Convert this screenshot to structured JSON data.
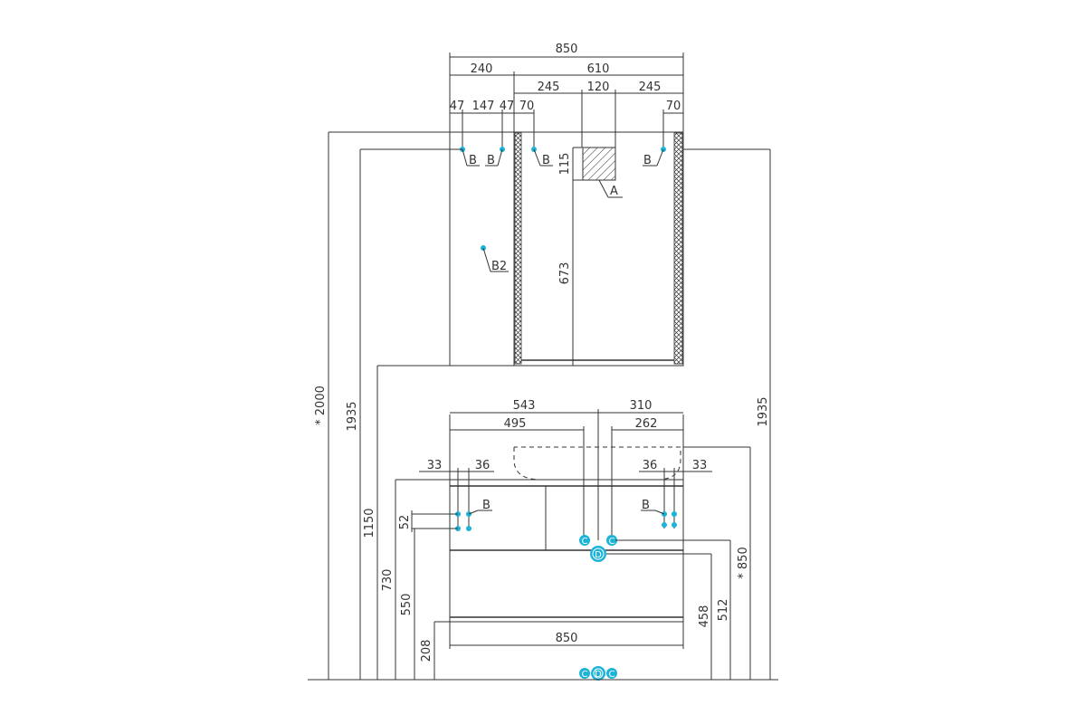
{
  "colors": {
    "line": "#333333",
    "marker": "#1cb3d8",
    "background": "#ffffff"
  },
  "dimensions": {
    "mirror_total_width": "850",
    "mirror_left": "240",
    "mirror_right": "610",
    "mirror_right_left": "245",
    "mirror_center": "120",
    "mirror_right_right": "245",
    "b_left_47a": "47",
    "b_left_147": "147",
    "b_left_47b": "47",
    "b_left_70": "70",
    "b_right_70": "70",
    "socket_height": "115",
    "socket_depth": "673",
    "vanity_left": "543",
    "vanity_right": "310",
    "vanity_left_inner": "495",
    "vanity_right_inner": "262",
    "vanity_left_33": "33",
    "vanity_left_36": "36",
    "vanity_right_36": "36",
    "vanity_right_33": "33",
    "vanity_52": "52",
    "vanity_bottom_width": "850",
    "h_2000": "* 2000",
    "h_1935_left": "1935",
    "h_1150": "1150",
    "h_730": "730",
    "h_550": "550",
    "h_208": "208",
    "h_458": "458",
    "h_512": "512",
    "h_850": "* 850",
    "h_1935_right": "1935"
  },
  "labels": {
    "b": "B",
    "b2": "B2",
    "a": "A",
    "c": "C",
    "d": "D"
  }
}
